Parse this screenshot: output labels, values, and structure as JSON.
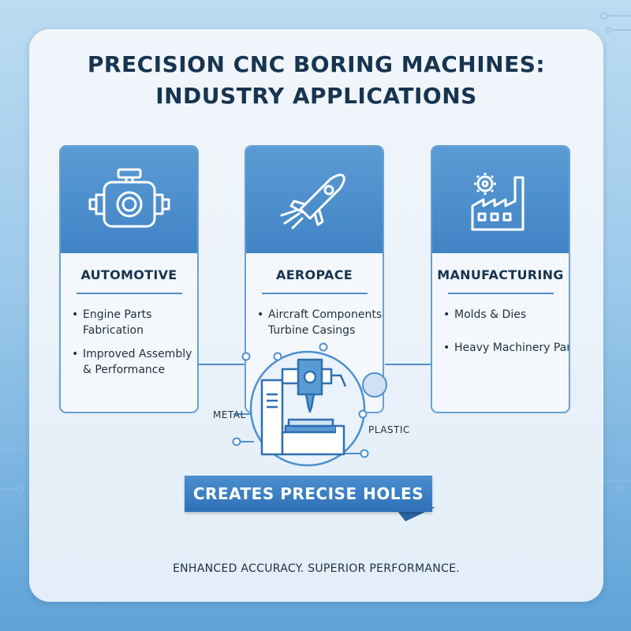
{
  "title": {
    "line1": "PRECISION CNC BORING MACHINES:",
    "line2": "INDUSTRY APPLICATIONS"
  },
  "cards": [
    {
      "title": "AUTOMOTIVE",
      "icon": "engine-icon",
      "bullets": [
        "Engine Parts Fabrication",
        "Improved Assembly & Performance"
      ]
    },
    {
      "title": "AEROPACE",
      "icon": "rocket-icon",
      "bullets": [
        "Aircraft Components Turbine Casings"
      ]
    },
    {
      "title": "MANUFACTURING",
      "icon": "factory-icon",
      "bullets": [
        "Molds & Dies",
        "Heavy Machinery Parts"
      ]
    }
  ],
  "center": {
    "material_left": "METAL",
    "material_right": "PLASTIC",
    "icon": "cnc-machine-icon"
  },
  "banner": {
    "label": "CREATES PRECISE HOLES"
  },
  "footer": {
    "tagline": "ENHANCED ACCURACY. SUPERIOR PERFORMANCE."
  },
  "colors": {
    "accent": "#4184c6",
    "navy_text": "#173450",
    "banner": "#2f70b6",
    "panel": "#eaf2f9"
  }
}
